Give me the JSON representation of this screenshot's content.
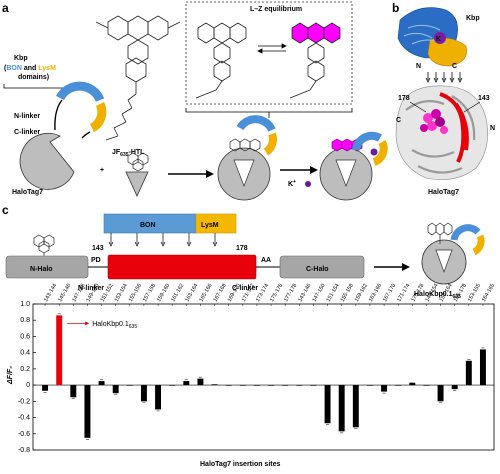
{
  "panels": {
    "a": "a",
    "b": "b",
    "c": "c"
  },
  "panel_a": {
    "kbp_title": "Kbp",
    "kbp_paren_open": "(",
    "bon": "BON",
    "and": "and",
    "lysm": "LysM",
    "domains": "domains)",
    "n_linker": "N-linker",
    "c_linker": "C-linker",
    "halotag": "HaloTag7",
    "jf_label": "JF",
    "jf_sub": "635",
    "jf_suffix": "-HTL",
    "lz_title": "L–Z equilibrium",
    "k_ion": "K",
    "k_sup": "+",
    "plus": "+"
  },
  "panel_b": {
    "kbp": "Kbp",
    "k": "K",
    "n_top": "N",
    "c_top": "C",
    "res178": "178",
    "res143": "143",
    "c_side": "C",
    "n_side": "N",
    "halotag": "HaloTag7"
  },
  "panel_c": {
    "bon": "BON",
    "lysm": "LysM",
    "n_halo": "N-Halo",
    "c_halo": "C-Halo",
    "pd": "PD",
    "aa": "AA",
    "res143": "143",
    "res178": "178",
    "n_linker": "N-linker",
    "c_linker": "C-linker",
    "product": "HaloKbp0.1",
    "product_sub": "635"
  },
  "chart_data": {
    "type": "bar",
    "ylabel": "ΔF/F₀",
    "xlabel": "HaloTag7 insertion sites",
    "ylim": [
      -0.8,
      1.0
    ],
    "yticks": [
      "-0.8",
      "-0.6",
      "-0.4",
      "-0.2",
      "0",
      "0.2",
      "0.4",
      "0.6",
      "0.8",
      "1.0"
    ],
    "highlight_index": 1,
    "highlight_label": "HaloKbp0.1",
    "highlight_sub": "635",
    "highlight_color": "#e8000b",
    "bar_color": "#000000",
    "categories": [
      "143-144",
      "145-146",
      "147-148",
      "149-150",
      "151-152",
      "153-154",
      "155-156",
      "157-158",
      "159-160",
      "161-162",
      "163-164",
      "165-166",
      "167-168",
      "169-170",
      "171-172",
      "173-174",
      "175-176",
      "177-178",
      "143-146",
      "147-150",
      "151-154",
      "155-158",
      "159-162",
      "163-166",
      "167-170",
      "171-174",
      "175-178",
      "143-154",
      "155-164",
      "165-178",
      "153-155",
      "164-165"
    ],
    "values": [
      -0.07,
      0.86,
      -0.15,
      -0.65,
      0.05,
      -0.1,
      0.0,
      -0.2,
      -0.3,
      0.0,
      0.05,
      0.08,
      0.01,
      0.0,
      0.0,
      0.0,
      0.0,
      0.0,
      0.0,
      0.0,
      -0.47,
      -0.57,
      -0.52,
      0.0,
      -0.08,
      0.0,
      0.03,
      0.0,
      -0.2,
      -0.05,
      0.3,
      0.44
    ]
  }
}
